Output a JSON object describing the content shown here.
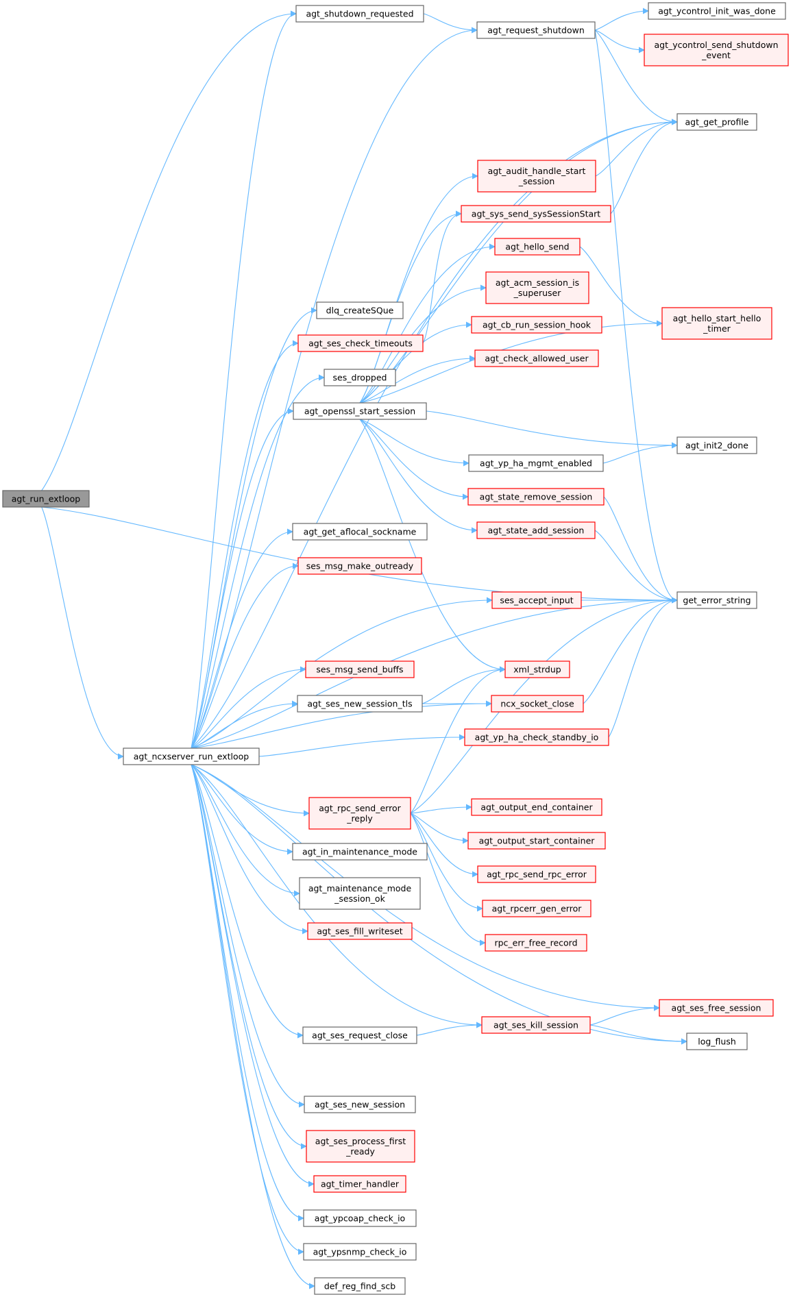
{
  "nodes": [
    {
      "id": "agt_run_extloop",
      "label": [
        "agt_run_extloop"
      ],
      "style": "focus"
    },
    {
      "id": "agt_ncxserver_run_extloop",
      "label": [
        "agt_ncxserver_run_extloop"
      ],
      "style": "plain"
    },
    {
      "id": "agt_shutdown_requested",
      "label": [
        "agt_shutdown_requested"
      ],
      "style": "plain"
    },
    {
      "id": "agt_request_shutdown",
      "label": [
        "agt_request_shutdown"
      ],
      "style": "plain"
    },
    {
      "id": "agt_ycontrol_init_was_done",
      "label": [
        "agt_ycontrol_init_was_done"
      ],
      "style": "plain"
    },
    {
      "id": "agt_ycontrol_send_shutdown_event",
      "label": [
        "agt_ycontrol_send_shutdown",
        "_event"
      ],
      "style": "red"
    },
    {
      "id": "agt_get_profile",
      "label": [
        "agt_get_profile"
      ],
      "style": "plain"
    },
    {
      "id": "agt_audit_handle_start_session",
      "label": [
        "agt_audit_handle_start",
        "_session"
      ],
      "style": "red"
    },
    {
      "id": "agt_sys_send_sysSessionStart",
      "label": [
        "agt_sys_send_sysSessionStart"
      ],
      "style": "red"
    },
    {
      "id": "agt_hello_send",
      "label": [
        "agt_hello_send"
      ],
      "style": "red"
    },
    {
      "id": "agt_acm_session_is_superuser",
      "label": [
        "agt_acm_session_is",
        "_superuser"
      ],
      "style": "red"
    },
    {
      "id": "agt_hello_start_hello_timer",
      "label": [
        "agt_hello_start_hello",
        "_timer"
      ],
      "style": "red"
    },
    {
      "id": "dlq_createSQue",
      "label": [
        "dlq_createSQue"
      ],
      "style": "plain"
    },
    {
      "id": "agt_ses_check_timeouts",
      "label": [
        "agt_ses_check_timeouts"
      ],
      "style": "red"
    },
    {
      "id": "agt_cb_run_session_hook",
      "label": [
        "agt_cb_run_session_hook"
      ],
      "style": "red"
    },
    {
      "id": "agt_check_allowed_user",
      "label": [
        "agt_check_allowed_user"
      ],
      "style": "red"
    },
    {
      "id": "ses_dropped",
      "label": [
        "ses_dropped"
      ],
      "style": "plain"
    },
    {
      "id": "agt_openssl_start_session",
      "label": [
        "agt_openssl_start_session"
      ],
      "style": "plain"
    },
    {
      "id": "agt_init2_done",
      "label": [
        "agt_init2_done"
      ],
      "style": "plain"
    },
    {
      "id": "agt_yp_ha_mgmt_enabled",
      "label": [
        "agt_yp_ha_mgmt_enabled"
      ],
      "style": "plain"
    },
    {
      "id": "agt_state_remove_session",
      "label": [
        "agt_state_remove_session"
      ],
      "style": "red"
    },
    {
      "id": "agt_state_add_session",
      "label": [
        "agt_state_add_session"
      ],
      "style": "red"
    },
    {
      "id": "agt_get_aflocal_sockname",
      "label": [
        "agt_get_aflocal_sockname"
      ],
      "style": "plain"
    },
    {
      "id": "ses_msg_make_outready",
      "label": [
        "ses_msg_make_outready"
      ],
      "style": "red"
    },
    {
      "id": "ses_accept_input",
      "label": [
        "ses_accept_input"
      ],
      "style": "red"
    },
    {
      "id": "get_error_string",
      "label": [
        "get_error_string"
      ],
      "style": "plain"
    },
    {
      "id": "ses_msg_send_buffs",
      "label": [
        "ses_msg_send_buffs"
      ],
      "style": "red"
    },
    {
      "id": "xml_strdup",
      "label": [
        "xml_strdup"
      ],
      "style": "red"
    },
    {
      "id": "agt_ses_new_session_tls",
      "label": [
        "agt_ses_new_session_tls"
      ],
      "style": "plain"
    },
    {
      "id": "ncx_socket_close",
      "label": [
        "ncx_socket_close"
      ],
      "style": "red"
    },
    {
      "id": "agt_yp_ha_check_standby_io",
      "label": [
        "agt_yp_ha_check_standby_io"
      ],
      "style": "red"
    },
    {
      "id": "agt_rpc_send_error_reply",
      "label": [
        "agt_rpc_send_error",
        "_reply"
      ],
      "style": "red"
    },
    {
      "id": "agt_output_end_container",
      "label": [
        "agt_output_end_container"
      ],
      "style": "red"
    },
    {
      "id": "agt_output_start_container",
      "label": [
        "agt_output_start_container"
      ],
      "style": "red"
    },
    {
      "id": "agt_in_maintenance_mode",
      "label": [
        "agt_in_maintenance_mode"
      ],
      "style": "plain"
    },
    {
      "id": "agt_rpc_send_rpc_error",
      "label": [
        "agt_rpc_send_rpc_error"
      ],
      "style": "red"
    },
    {
      "id": "agt_maintenance_mode_session_ok",
      "label": [
        "agt_maintenance_mode",
        "_session_ok"
      ],
      "style": "plain"
    },
    {
      "id": "agt_rpcerr_gen_error",
      "label": [
        "agt_rpcerr_gen_error"
      ],
      "style": "red"
    },
    {
      "id": "agt_ses_fill_writeset",
      "label": [
        "agt_ses_fill_writeset"
      ],
      "style": "red"
    },
    {
      "id": "rpc_err_free_record",
      "label": [
        "rpc_err_free_record"
      ],
      "style": "red"
    },
    {
      "id": "agt_ses_free_session",
      "label": [
        "agt_ses_free_session"
      ],
      "style": "red"
    },
    {
      "id": "agt_ses_kill_session",
      "label": [
        "agt_ses_kill_session"
      ],
      "style": "red"
    },
    {
      "id": "agt_ses_request_close",
      "label": [
        "agt_ses_request_close"
      ],
      "style": "plain"
    },
    {
      "id": "log_flush",
      "label": [
        "log_flush"
      ],
      "style": "plain"
    },
    {
      "id": "agt_ses_new_session",
      "label": [
        "agt_ses_new_session"
      ],
      "style": "plain"
    },
    {
      "id": "agt_ses_process_first_ready",
      "label": [
        "agt_ses_process_first",
        "_ready"
      ],
      "style": "red"
    },
    {
      "id": "agt_timer_handler",
      "label": [
        "agt_timer_handler"
      ],
      "style": "red"
    },
    {
      "id": "agt_ypcoap_check_io",
      "label": [
        "agt_ypcoap_check_io"
      ],
      "style": "plain"
    },
    {
      "id": "agt_ypsnmp_check_io",
      "label": [
        "agt_ypsnmp_check_io"
      ],
      "style": "plain"
    },
    {
      "id": "def_reg_find_scb",
      "label": [
        "def_reg_find_scb"
      ],
      "style": "plain"
    }
  ],
  "edges": [
    [
      "agt_run_extloop",
      "agt_shutdown_requested"
    ],
    [
      "agt_run_extloop",
      "agt_ncxserver_run_extloop"
    ],
    [
      "agt_run_extloop",
      "get_error_string"
    ],
    [
      "agt_shutdown_requested",
      "agt_request_shutdown"
    ],
    [
      "agt_request_shutdown",
      "agt_ycontrol_init_was_done"
    ],
    [
      "agt_request_shutdown",
      "agt_ycontrol_send_shutdown_event"
    ],
    [
      "agt_request_shutdown",
      "agt_get_profile"
    ],
    [
      "agt_request_shutdown",
      "get_error_string"
    ],
    [
      "agt_audit_handle_start_session",
      "agt_get_profile"
    ],
    [
      "agt_sys_send_sysSessionStart",
      "agt_get_profile"
    ],
    [
      "agt_hello_send",
      "agt_hello_start_hello_timer"
    ],
    [
      "agt_ses_check_timeouts",
      "agt_sys_send_sysSessionStart"
    ],
    [
      "agt_openssl_start_session",
      "agt_get_profile"
    ],
    [
      "agt_openssl_start_session",
      "agt_audit_handle_start_session"
    ],
    [
      "agt_openssl_start_session",
      "agt_sys_send_sysSessionStart"
    ],
    [
      "agt_openssl_start_session",
      "agt_hello_send"
    ],
    [
      "agt_openssl_start_session",
      "agt_acm_session_is_superuser"
    ],
    [
      "agt_openssl_start_session",
      "agt_cb_run_session_hook"
    ],
    [
      "agt_openssl_start_session",
      "agt_check_allowed_user"
    ],
    [
      "agt_openssl_start_session",
      "agt_hello_start_hello_timer"
    ],
    [
      "agt_openssl_start_session",
      "agt_init2_done"
    ],
    [
      "agt_openssl_start_session",
      "agt_yp_ha_mgmt_enabled"
    ],
    [
      "agt_openssl_start_session",
      "agt_state_remove_session"
    ],
    [
      "agt_openssl_start_session",
      "agt_state_add_session"
    ],
    [
      "agt_openssl_start_session",
      "xml_strdup"
    ],
    [
      "agt_yp_ha_mgmt_enabled",
      "agt_init2_done"
    ],
    [
      "agt_state_remove_session",
      "get_error_string"
    ],
    [
      "agt_state_add_session",
      "get_error_string"
    ],
    [
      "ses_accept_input",
      "get_error_string"
    ],
    [
      "agt_ses_new_session_tls",
      "xml_strdup"
    ],
    [
      "agt_ses_new_session_tls",
      "ncx_socket_close"
    ],
    [
      "ncx_socket_close",
      "get_error_string"
    ],
    [
      "agt_yp_ha_check_standby_io",
      "get_error_string"
    ],
    [
      "agt_rpc_send_error_reply",
      "xml_strdup"
    ],
    [
      "agt_rpc_send_error_reply",
      "get_error_string"
    ],
    [
      "agt_rpc_send_error_reply",
      "agt_output_end_container"
    ],
    [
      "agt_rpc_send_error_reply",
      "agt_output_start_container"
    ],
    [
      "agt_rpc_send_error_reply",
      "agt_rpc_send_rpc_error"
    ],
    [
      "agt_rpc_send_error_reply",
      "agt_rpcerr_gen_error"
    ],
    [
      "agt_rpc_send_error_reply",
      "rpc_err_free_record"
    ],
    [
      "agt_ses_kill_session",
      "agt_ses_free_session"
    ],
    [
      "agt_ses_kill_session",
      "log_flush"
    ],
    [
      "agt_ses_request_close",
      "agt_ses_kill_session"
    ],
    [
      "agt_ncxserver_run_extloop",
      "agt_shutdown_requested"
    ],
    [
      "agt_ncxserver_run_extloop",
      "agt_request_shutdown"
    ],
    [
      "agt_ncxserver_run_extloop",
      "agt_get_profile"
    ],
    [
      "agt_ncxserver_run_extloop",
      "dlq_createSQue"
    ],
    [
      "agt_ncxserver_run_extloop",
      "agt_ses_check_timeouts"
    ],
    [
      "agt_ncxserver_run_extloop",
      "ses_dropped"
    ],
    [
      "agt_ncxserver_run_extloop",
      "agt_openssl_start_session"
    ],
    [
      "agt_ncxserver_run_extloop",
      "agt_get_aflocal_sockname"
    ],
    [
      "agt_ncxserver_run_extloop",
      "ses_msg_make_outready"
    ],
    [
      "agt_ncxserver_run_extloop",
      "ses_accept_input"
    ],
    [
      "agt_ncxserver_run_extloop",
      "get_error_string"
    ],
    [
      "agt_ncxserver_run_extloop",
      "ses_msg_send_buffs"
    ],
    [
      "agt_ncxserver_run_extloop",
      "agt_ses_new_session_tls"
    ],
    [
      "agt_ncxserver_run_extloop",
      "ncx_socket_close"
    ],
    [
      "agt_ncxserver_run_extloop",
      "agt_yp_ha_check_standby_io"
    ],
    [
      "agt_ncxserver_run_extloop",
      "agt_rpc_send_error_reply"
    ],
    [
      "agt_ncxserver_run_extloop",
      "agt_in_maintenance_mode"
    ],
    [
      "agt_ncxserver_run_extloop",
      "agt_maintenance_mode_session_ok"
    ],
    [
      "agt_ncxserver_run_extloop",
      "agt_ses_fill_writeset"
    ],
    [
      "agt_ncxserver_run_extloop",
      "agt_ses_free_session"
    ],
    [
      "agt_ncxserver_run_extloop",
      "agt_ses_kill_session"
    ],
    [
      "agt_ncxserver_run_extloop",
      "agt_ses_request_close"
    ],
    [
      "agt_ncxserver_run_extloop",
      "log_flush"
    ],
    [
      "agt_ncxserver_run_extloop",
      "agt_ses_new_session"
    ],
    [
      "agt_ncxserver_run_extloop",
      "agt_ses_process_first_ready"
    ],
    [
      "agt_ncxserver_run_extloop",
      "agt_timer_handler"
    ],
    [
      "agt_ncxserver_run_extloop",
      "agt_ypcoap_check_io"
    ],
    [
      "agt_ncxserver_run_extloop",
      "agt_ypsnmp_check_io"
    ],
    [
      "agt_ncxserver_run_extloop",
      "def_reg_find_scb"
    ]
  ],
  "colors": {
    "edge": "#63b8ff",
    "plain_fill": "#ffffff",
    "plain_stroke": "#666666",
    "red_fill": "#fff0f0",
    "red_stroke": "#ff0000",
    "focus_fill": "#999999",
    "focus_stroke": "#666666",
    "text": "#000000"
  }
}
